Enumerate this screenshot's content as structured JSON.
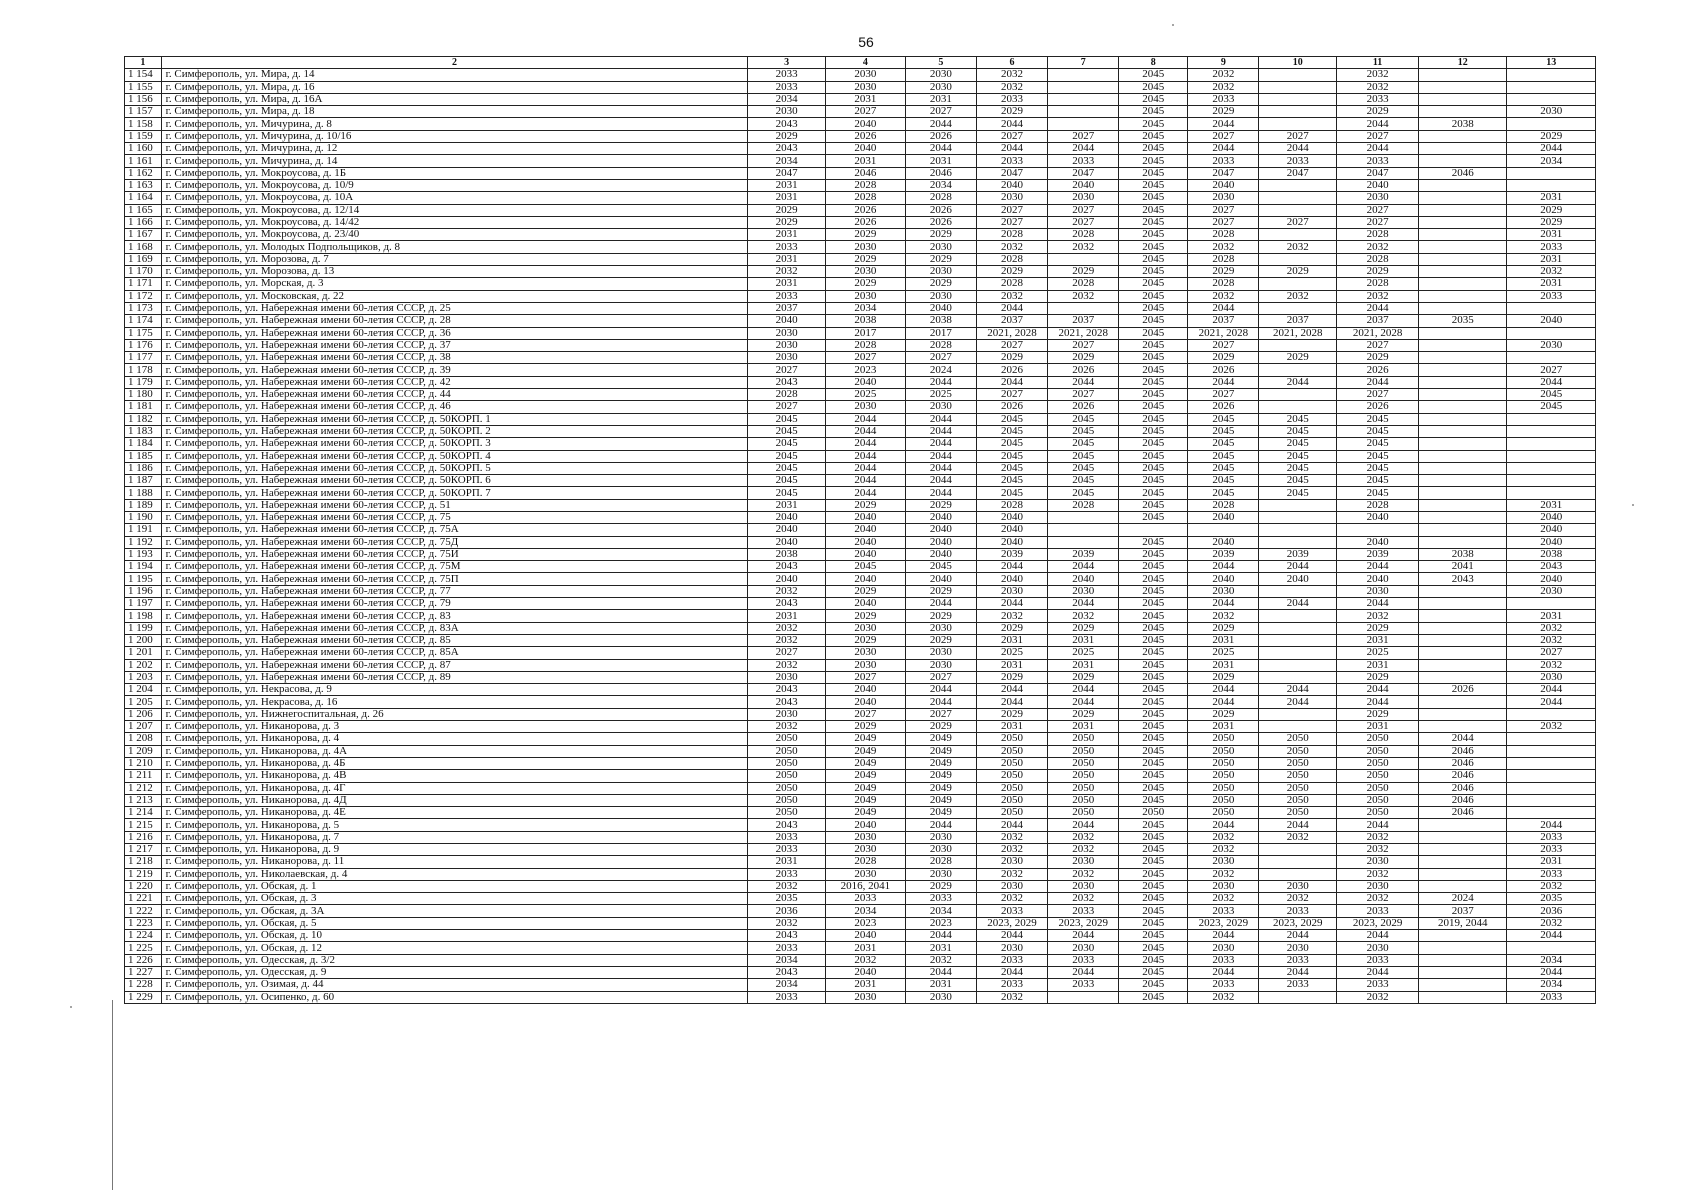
{
  "page_number": "56",
  "headers": [
    "1",
    "2",
    "3",
    "4",
    "5",
    "6",
    "7",
    "8",
    "9",
    "10",
    "11",
    "12",
    "13"
  ],
  "rows": [
    [
      "1 154",
      "г. Симферополь, ул. Мира, д. 14",
      "2033",
      "2030",
      "2030",
      "2032",
      "",
      "2045",
      "2032",
      "",
      "2032",
      "",
      ""
    ],
    [
      "1 155",
      "г. Симферополь, ул. Мира, д. 16",
      "2033",
      "2030",
      "2030",
      "2032",
      "",
      "2045",
      "2032",
      "",
      "2032",
      "",
      ""
    ],
    [
      "1 156",
      "г. Симферополь, ул. Мира, д. 16А",
      "2034",
      "2031",
      "2031",
      "2033",
      "",
      "2045",
      "2033",
      "",
      "2033",
      "",
      ""
    ],
    [
      "1 157",
      "г. Симферополь, ул. Мира, д. 18",
      "2030",
      "2027",
      "2027",
      "2029",
      "",
      "2045",
      "2029",
      "",
      "2029",
      "",
      "2030"
    ],
    [
      "1 158",
      "г. Симферополь, ул. Мичурина, д. 8",
      "2043",
      "2040",
      "2044",
      "2044",
      "",
      "2045",
      "2044",
      "",
      "2044",
      "2038",
      ""
    ],
    [
      "1 159",
      "г. Симферополь, ул. Мичурина, д. 10/16",
      "2029",
      "2026",
      "2026",
      "2027",
      "2027",
      "2045",
      "2027",
      "2027",
      "2027",
      "",
      "2029"
    ],
    [
      "1 160",
      "г. Симферополь, ул. Мичурина, д. 12",
      "2043",
      "2040",
      "2044",
      "2044",
      "2044",
      "2045",
      "2044",
      "2044",
      "2044",
      "",
      "2044"
    ],
    [
      "1 161",
      "г. Симферополь, ул. Мичурина, д. 14",
      "2034",
      "2031",
      "2031",
      "2033",
      "2033",
      "2045",
      "2033",
      "2033",
      "2033",
      "",
      "2034"
    ],
    [
      "1 162",
      "г. Симферополь, ул. Мокроусова, д. 1Б",
      "2047",
      "2046",
      "2046",
      "2047",
      "2047",
      "2045",
      "2047",
      "2047",
      "2047",
      "2046",
      ""
    ],
    [
      "1 163",
      "г. Симферополь, ул. Мокроусова, д. 10/9",
      "2031",
      "2028",
      "2034",
      "2040",
      "2040",
      "2045",
      "2040",
      "",
      "2040",
      "",
      ""
    ],
    [
      "1 164",
      "г. Симферополь, ул. Мокроусова, д. 10А",
      "2031",
      "2028",
      "2028",
      "2030",
      "2030",
      "2045",
      "2030",
      "",
      "2030",
      "",
      "2031"
    ],
    [
      "1 165",
      "г. Симферополь, ул. Мокроусова, д. 12/14",
      "2029",
      "2026",
      "2026",
      "2027",
      "2027",
      "2045",
      "2027",
      "",
      "2027",
      "",
      "2029"
    ],
    [
      "1 166",
      "г. Симферополь, ул. Мокроусова, д. 14/42",
      "2029",
      "2026",
      "2026",
      "2027",
      "2027",
      "2045",
      "2027",
      "2027",
      "2027",
      "",
      "2029"
    ],
    [
      "1 167",
      "г. Симферополь, ул. Мокроусова, д. 23/40",
      "2031",
      "2029",
      "2029",
      "2028",
      "2028",
      "2045",
      "2028",
      "",
      "2028",
      "",
      "2031"
    ],
    [
      "1 168",
      "г. Симферополь, ул. Молодых Подпольщиков, д. 8",
      "2033",
      "2030",
      "2030",
      "2032",
      "2032",
      "2045",
      "2032",
      "2032",
      "2032",
      "",
      "2033"
    ],
    [
      "1 169",
      "г. Симферополь, ул. Морозова, д. 7",
      "2031",
      "2029",
      "2029",
      "2028",
      "",
      "2045",
      "2028",
      "",
      "2028",
      "",
      "2031"
    ],
    [
      "1 170",
      "г. Симферополь, ул. Морозова, д. 13",
      "2032",
      "2030",
      "2030",
      "2029",
      "2029",
      "2045",
      "2029",
      "2029",
      "2029",
      "",
      "2032"
    ],
    [
      "1 171",
      "г. Симферополь, ул. Морская, д. 3",
      "2031",
      "2029",
      "2029",
      "2028",
      "2028",
      "2045",
      "2028",
      "",
      "2028",
      "",
      "2031"
    ],
    [
      "1 172",
      "г. Симферополь, ул. Московская, д. 22",
      "2033",
      "2030",
      "2030",
      "2032",
      "2032",
      "2045",
      "2032",
      "2032",
      "2032",
      "",
      "2033"
    ],
    [
      "1 173",
      "г. Симферополь, ул. Набережная имени 60-летия СССР, д. 25",
      "2037",
      "2034",
      "2040",
      "2044",
      "",
      "2045",
      "2044",
      "",
      "2044",
      "",
      ""
    ],
    [
      "1 174",
      "г. Симферополь, ул. Набережная имени 60-летия СССР, д. 28",
      "2040",
      "2038",
      "2038",
      "2037",
      "2037",
      "2045",
      "2037",
      "2037",
      "2037",
      "2035",
      "2040"
    ],
    [
      "1 175",
      "г. Симферополь, ул. Набережная имени 60-летия СССР, д. 36",
      "2030",
      "2017",
      "2017",
      "2021, 2028",
      "2021, 2028",
      "2045",
      "2021, 2028",
      "2021, 2028",
      "2021, 2028",
      "",
      ""
    ],
    [
      "1 176",
      "г. Симферополь, ул. Набережная имени 60-летия СССР, д. 37",
      "2030",
      "2028",
      "2028",
      "2027",
      "2027",
      "2045",
      "2027",
      "",
      "2027",
      "",
      "2030"
    ],
    [
      "1 177",
      "г. Симферополь, ул. Набережная имени 60-летия СССР, д. 38",
      "2030",
      "2027",
      "2027",
      "2029",
      "2029",
      "2045",
      "2029",
      "2029",
      "2029",
      "",
      ""
    ],
    [
      "1 178",
      "г. Симферополь, ул. Набережная имени 60-летия СССР, д. 39",
      "2027",
      "2023",
      "2024",
      "2026",
      "2026",
      "2045",
      "2026",
      "",
      "2026",
      "",
      "2027"
    ],
    [
      "1 179",
      "г. Симферополь, ул. Набережная имени 60-летия СССР, д. 42",
      "2043",
      "2040",
      "2044",
      "2044",
      "2044",
      "2045",
      "2044",
      "2044",
      "2044",
      "",
      "2044"
    ],
    [
      "1 180",
      "г. Симферополь, ул. Набережная имени 60-летия СССР, д. 44",
      "2028",
      "2025",
      "2025",
      "2027",
      "2027",
      "2045",
      "2027",
      "",
      "2027",
      "",
      "2045"
    ],
    [
      "1 181",
      "г. Симферополь, ул. Набережная имени 60-летия СССР, д. 46",
      "2027",
      "2030",
      "2030",
      "2026",
      "2026",
      "2045",
      "2026",
      "",
      "2026",
      "",
      "2045"
    ],
    [
      "1 182",
      "г. Симферополь, ул. Набережная имени 60-летия СССР, д. 50КОРП. 1",
      "2045",
      "2044",
      "2044",
      "2045",
      "2045",
      "2045",
      "2045",
      "2045",
      "2045",
      "",
      ""
    ],
    [
      "1 183",
      "г. Симферополь, ул. Набережная имени 60-летия СССР, д. 50КОРП. 2",
      "2045",
      "2044",
      "2044",
      "2045",
      "2045",
      "2045",
      "2045",
      "2045",
      "2045",
      "",
      ""
    ],
    [
      "1 184",
      "г. Симферополь, ул. Набережная имени 60-летия СССР, д. 50КОРП. 3",
      "2045",
      "2044",
      "2044",
      "2045",
      "2045",
      "2045",
      "2045",
      "2045",
      "2045",
      "",
      ""
    ],
    [
      "1 185",
      "г. Симферополь, ул. Набережная имени 60-летия СССР, д. 50КОРП. 4",
      "2045",
      "2044",
      "2044",
      "2045",
      "2045",
      "2045",
      "2045",
      "2045",
      "2045",
      "",
      ""
    ],
    [
      "1 186",
      "г. Симферополь, ул. Набережная имени 60-летия СССР, д. 50КОРП. 5",
      "2045",
      "2044",
      "2044",
      "2045",
      "2045",
      "2045",
      "2045",
      "2045",
      "2045",
      "",
      ""
    ],
    [
      "1 187",
      "г. Симферополь, ул. Набережная имени 60-летия СССР, д. 50КОРП. 6",
      "2045",
      "2044",
      "2044",
      "2045",
      "2045",
      "2045",
      "2045",
      "2045",
      "2045",
      "",
      ""
    ],
    [
      "1 188",
      "г. Симферополь, ул. Набережная имени 60-летия СССР, д. 50КОРП. 7",
      "2045",
      "2044",
      "2044",
      "2045",
      "2045",
      "2045",
      "2045",
      "2045",
      "2045",
      "",
      ""
    ],
    [
      "1 189",
      "г. Симферополь, ул. Набережная имени 60-летия СССР, д. 51",
      "2031",
      "2029",
      "2029",
      "2028",
      "2028",
      "2045",
      "2028",
      "",
      "2028",
      "",
      "2031"
    ],
    [
      "1 190",
      "г. Симферополь, ул. Набережная имени 60-летия СССР, д. 75",
      "2040",
      "2040",
      "2040",
      "2040",
      "",
      "2045",
      "2040",
      "",
      "2040",
      "",
      "2040"
    ],
    [
      "1 191",
      "г. Симферополь, ул. Набережная имени 60-летия СССР, д. 75А",
      "2040",
      "2040",
      "2040",
      "2040",
      "",
      "",
      "",
      "",
      "",
      "",
      "2040"
    ],
    [
      "1 192",
      "г. Симферополь, ул. Набережная имени 60-летия СССР, д. 75Д",
      "2040",
      "2040",
      "2040",
      "2040",
      "",
      "2045",
      "2040",
      "",
      "2040",
      "",
      "2040"
    ],
    [
      "1 193",
      "г. Симферополь, ул. Набережная имени 60-летия СССР, д. 75И",
      "2038",
      "2040",
      "2040",
      "2039",
      "2039",
      "2045",
      "2039",
      "2039",
      "2039",
      "2038",
      "2038"
    ],
    [
      "1 194",
      "г. Симферополь, ул. Набережная имени 60-летия СССР, д. 75М",
      "2043",
      "2045",
      "2045",
      "2044",
      "2044",
      "2045",
      "2044",
      "2044",
      "2044",
      "2041",
      "2043"
    ],
    [
      "1 195",
      "г. Симферополь, ул. Набережная имени 60-летия СССР, д. 75П",
      "2040",
      "2040",
      "2040",
      "2040",
      "2040",
      "2045",
      "2040",
      "2040",
      "2040",
      "2043",
      "2040"
    ],
    [
      "1 196",
      "г. Симферополь, ул. Набережная имени 60-летия СССР, д. 77",
      "2032",
      "2029",
      "2029",
      "2030",
      "2030",
      "2045",
      "2030",
      "",
      "2030",
      "",
      "2030"
    ],
    [
      "1 197",
      "г. Симферополь, ул. Набережная имени 60-летия СССР, д. 79",
      "2043",
      "2040",
      "2044",
      "2044",
      "2044",
      "2045",
      "2044",
      "2044",
      "2044",
      "",
      ""
    ],
    [
      "1 198",
      "г. Симферополь, ул. Набережная имени 60-летия СССР, д. 83",
      "2031",
      "2029",
      "2029",
      "2032",
      "2032",
      "2045",
      "2032",
      "",
      "2032",
      "",
      "2031"
    ],
    [
      "1 199",
      "г. Симферополь, ул. Набережная имени 60-летия СССР, д. 83А",
      "2032",
      "2030",
      "2030",
      "2029",
      "2029",
      "2045",
      "2029",
      "",
      "2029",
      "",
      "2032"
    ],
    [
      "1 200",
      "г. Симферополь, ул. Набережная имени 60-летия СССР, д. 85",
      "2032",
      "2029",
      "2029",
      "2031",
      "2031",
      "2045",
      "2031",
      "",
      "2031",
      "",
      "2032"
    ],
    [
      "1 201",
      "г. Симферополь, ул. Набережная имени 60-летия СССР, д. 85А",
      "2027",
      "2030",
      "2030",
      "2025",
      "2025",
      "2045",
      "2025",
      "",
      "2025",
      "",
      "2027"
    ],
    [
      "1 202",
      "г. Симферополь, ул. Набережная имени 60-летия СССР, д. 87",
      "2032",
      "2030",
      "2030",
      "2031",
      "2031",
      "2045",
      "2031",
      "",
      "2031",
      "",
      "2032"
    ],
    [
      "1 203",
      "г. Симферополь, ул. Набережная имени 60-летия СССР, д. 89",
      "2030",
      "2027",
      "2027",
      "2029",
      "2029",
      "2045",
      "2029",
      "",
      "2029",
      "",
      "2030"
    ],
    [
      "1 204",
      "г. Симферополь, ул. Некрасова, д. 9",
      "2043",
      "2040",
      "2044",
      "2044",
      "2044",
      "2045",
      "2044",
      "2044",
      "2044",
      "2026",
      "2044"
    ],
    [
      "1 205",
      "г. Симферополь, ул. Некрасова, д. 16",
      "2043",
      "2040",
      "2044",
      "2044",
      "2044",
      "2045",
      "2044",
      "2044",
      "2044",
      "",
      "2044"
    ],
    [
      "1 206",
      "г. Симферополь, ул. Нижнегоспитальная, д. 26",
      "2030",
      "2027",
      "2027",
      "2029",
      "2029",
      "2045",
      "2029",
      "",
      "2029",
      "",
      ""
    ],
    [
      "1 207",
      "г. Симферополь, ул. Никанорова, д. 3",
      "2032",
      "2029",
      "2029",
      "2031",
      "2031",
      "2045",
      "2031",
      "",
      "2031",
      "",
      "2032"
    ],
    [
      "1 208",
      "г. Симферополь, ул. Никанорова, д. 4",
      "2050",
      "2049",
      "2049",
      "2050",
      "2050",
      "2045",
      "2050",
      "2050",
      "2050",
      "2044",
      ""
    ],
    [
      "1 209",
      "г. Симферополь, ул. Никанорова, д. 4А",
      "2050",
      "2049",
      "2049",
      "2050",
      "2050",
      "2045",
      "2050",
      "2050",
      "2050",
      "2046",
      ""
    ],
    [
      "1 210",
      "г. Симферополь, ул. Никанорова, д. 4Б",
      "2050",
      "2049",
      "2049",
      "2050",
      "2050",
      "2045",
      "2050",
      "2050",
      "2050",
      "2046",
      ""
    ],
    [
      "1 211",
      "г. Симферополь, ул. Никанорова, д. 4В",
      "2050",
      "2049",
      "2049",
      "2050",
      "2050",
      "2045",
      "2050",
      "2050",
      "2050",
      "2046",
      ""
    ],
    [
      "1 212",
      "г. Симферополь, ул. Никанорова, д. 4Г",
      "2050",
      "2049",
      "2049",
      "2050",
      "2050",
      "2045",
      "2050",
      "2050",
      "2050",
      "2046",
      ""
    ],
    [
      "1 213",
      "г. Симферополь, ул. Никанорова, д. 4Д",
      "2050",
      "2049",
      "2049",
      "2050",
      "2050",
      "2045",
      "2050",
      "2050",
      "2050",
      "2046",
      ""
    ],
    [
      "1 214",
      "г. Симферополь, ул. Никанорова, д. 4Е",
      "2050",
      "2049",
      "2049",
      "2050",
      "2050",
      "2050",
      "2050",
      "2050",
      "2050",
      "2046",
      ""
    ],
    [
      "1 215",
      "г. Симферополь, ул. Никанорова, д. 5",
      "2043",
      "2040",
      "2044",
      "2044",
      "2044",
      "2045",
      "2044",
      "2044",
      "2044",
      "",
      "2044"
    ],
    [
      "1 216",
      "г. Симферополь, ул. Никанорова, д. 7",
      "2033",
      "2030",
      "2030",
      "2032",
      "2032",
      "2045",
      "2032",
      "2032",
      "2032",
      "",
      "2033"
    ],
    [
      "1 217",
      "г. Симферополь, ул. Никанорова, д. 9",
      "2033",
      "2030",
      "2030",
      "2032",
      "2032",
      "2045",
      "2032",
      "",
      "2032",
      "",
      "2033"
    ],
    [
      "1 218",
      "г. Симферополь, ул. Никанорова, д. 11",
      "2031",
      "2028",
      "2028",
      "2030",
      "2030",
      "2045",
      "2030",
      "",
      "2030",
      "",
      "2031"
    ],
    [
      "1 219",
      "г. Симферополь, ул. Николаевская, д. 4",
      "2033",
      "2030",
      "2030",
      "2032",
      "2032",
      "2045",
      "2032",
      "",
      "2032",
      "",
      "2033"
    ],
    [
      "1 220",
      "г. Симферополь, ул. Обская, д. 1",
      "2032",
      "2016, 2041",
      "2029",
      "2030",
      "2030",
      "2045",
      "2030",
      "2030",
      "2030",
      "",
      "2032"
    ],
    [
      "1 221",
      "г. Симферополь, ул. Обская, д. 3",
      "2035",
      "2033",
      "2033",
      "2032",
      "2032",
      "2045",
      "2032",
      "2032",
      "2032",
      "2024",
      "2035"
    ],
    [
      "1 222",
      "г. Симферополь, ул. Обская, д. 3А",
      "2036",
      "2034",
      "2034",
      "2033",
      "2033",
      "2045",
      "2033",
      "2033",
      "2033",
      "2037",
      "2036"
    ],
    [
      "1 223",
      "г. Симферополь, ул. Обская, д. 5",
      "2032",
      "2023",
      "2023",
      "2023, 2029",
      "2023, 2029",
      "2045",
      "2023, 2029",
      "2023, 2029",
      "2023, 2029",
      "2019, 2044",
      "2032"
    ],
    [
      "1 224",
      "г. Симферополь, ул. Обская, д. 10",
      "2043",
      "2040",
      "2044",
      "2044",
      "2044",
      "2045",
      "2044",
      "2044",
      "2044",
      "",
      "2044"
    ],
    [
      "1 225",
      "г. Симферополь, ул. Обская, д. 12",
      "2033",
      "2031",
      "2031",
      "2030",
      "2030",
      "2045",
      "2030",
      "2030",
      "2030",
      "",
      ""
    ],
    [
      "1 226",
      "г. Симферополь, ул. Одесская, д. 3/2",
      "2034",
      "2032",
      "2032",
      "2033",
      "2033",
      "2045",
      "2033",
      "2033",
      "2033",
      "",
      "2034"
    ],
    [
      "1 227",
      "г. Симферополь, ул. Одесская, д. 9",
      "2043",
      "2040",
      "2044",
      "2044",
      "2044",
      "2045",
      "2044",
      "2044",
      "2044",
      "",
      "2044"
    ],
    [
      "1 228",
      "г. Симферополь, ул. Озимая, д. 44",
      "2034",
      "2031",
      "2031",
      "2033",
      "2033",
      "2045",
      "2033",
      "2033",
      "2033",
      "",
      "2034"
    ],
    [
      "1 229",
      "г. Симферополь, ул. Осипенко, д. 60",
      "2033",
      "2030",
      "2030",
      "2032",
      "",
      "2045",
      "2032",
      "",
      "2032",
      "",
      "2033"
    ]
  ]
}
